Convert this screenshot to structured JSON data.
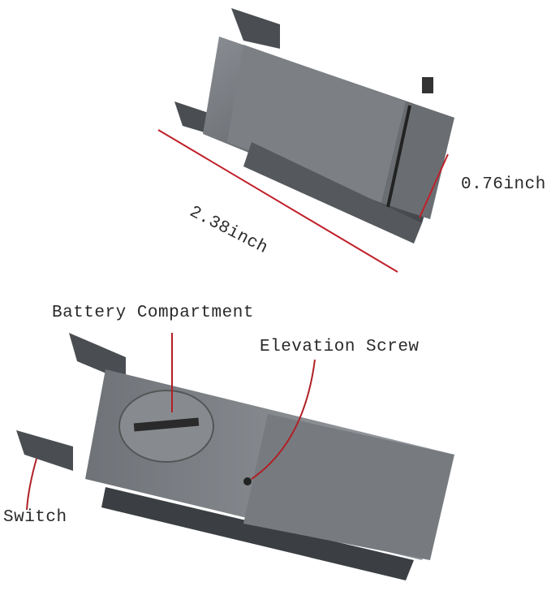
{
  "dimensions": {
    "length": "2.38inch",
    "height": "0.76inch"
  },
  "callouts": {
    "battery": "Battery Compartment",
    "elevation": "Elevation Screw",
    "switch": "Switch"
  },
  "colors": {
    "annotation_line": "#c0202a",
    "callout_line": "#b02025",
    "metal": "#5d6166"
  }
}
